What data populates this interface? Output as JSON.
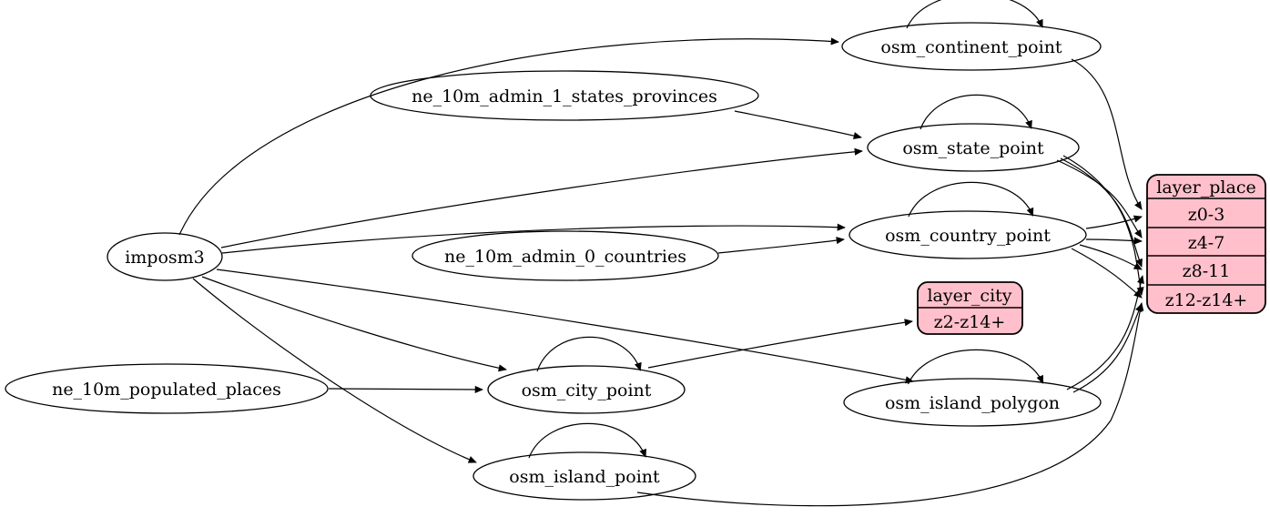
{
  "diagram": {
    "colors": {
      "background": "#ffffff",
      "node_fill": "#ffffff",
      "record_fill": "#ffc0cb",
      "stroke": "#000000"
    },
    "nodes": {
      "imposm3": {
        "label": "imposm3"
      },
      "ne_10m_admin_1_states_provinces": {
        "label": "ne_10m_admin_1_states_provinces"
      },
      "ne_10m_admin_0_countries": {
        "label": "ne_10m_admin_0_countries"
      },
      "ne_10m_populated_places": {
        "label": "ne_10m_populated_places"
      },
      "osm_continent_point": {
        "label": "osm_continent_point"
      },
      "osm_state_point": {
        "label": "osm_state_point"
      },
      "osm_country_point": {
        "label": "osm_country_point"
      },
      "osm_city_point": {
        "label": "osm_city_point"
      },
      "osm_island_polygon": {
        "label": "osm_island_polygon"
      },
      "osm_island_point": {
        "label": "osm_island_point"
      }
    },
    "records": {
      "layer_place": {
        "title": "layer_place",
        "rows": [
          "z0-3",
          "z4-7",
          "z8-11",
          "z12-z14+"
        ]
      },
      "layer_city": {
        "title": "layer_city",
        "rows": [
          "z2-z14+"
        ]
      }
    },
    "edges": [
      {
        "from": "imposm3",
        "to": "osm_continent_point"
      },
      {
        "from": "imposm3",
        "to": "osm_state_point"
      },
      {
        "from": "imposm3",
        "to": "osm_country_point"
      },
      {
        "from": "imposm3",
        "to": "osm_city_point"
      },
      {
        "from": "imposm3",
        "to": "osm_island_polygon"
      },
      {
        "from": "imposm3",
        "to": "osm_island_point"
      },
      {
        "from": "ne_10m_admin_1_states_provinces",
        "to": "osm_state_point"
      },
      {
        "from": "ne_10m_admin_0_countries",
        "to": "osm_country_point"
      },
      {
        "from": "ne_10m_populated_places",
        "to": "osm_city_point"
      },
      {
        "from": "osm_continent_point",
        "to": "osm_continent_point"
      },
      {
        "from": "osm_state_point",
        "to": "osm_state_point"
      },
      {
        "from": "osm_country_point",
        "to": "osm_country_point"
      },
      {
        "from": "osm_city_point",
        "to": "osm_city_point"
      },
      {
        "from": "osm_island_polygon",
        "to": "osm_island_polygon"
      },
      {
        "from": "osm_island_point",
        "to": "osm_island_point"
      },
      {
        "from": "osm_continent_point",
        "to": "layer_place",
        "port": "z0-3"
      },
      {
        "from": "osm_country_point",
        "to": "layer_place",
        "port": "z0-3"
      },
      {
        "from": "osm_country_point",
        "to": "layer_place",
        "port": "z4-7"
      },
      {
        "from": "osm_country_point",
        "to": "layer_place",
        "port": "z8-11"
      },
      {
        "from": "osm_country_point",
        "to": "layer_place",
        "port": "z12-z14+"
      },
      {
        "from": "osm_state_point",
        "to": "layer_place",
        "port": "z4-7"
      },
      {
        "from": "osm_state_point",
        "to": "layer_place",
        "port": "z8-11"
      },
      {
        "from": "osm_state_point",
        "to": "layer_place",
        "port": "z12-z14+"
      },
      {
        "from": "osm_island_polygon",
        "to": "layer_place",
        "port": "z8-11"
      },
      {
        "from": "osm_island_polygon",
        "to": "layer_place",
        "port": "z12-z14+"
      },
      {
        "from": "osm_island_point",
        "to": "layer_place",
        "port": "z12-z14+"
      },
      {
        "from": "osm_city_point",
        "to": "layer_city",
        "port": "z2-z14+"
      }
    ]
  }
}
